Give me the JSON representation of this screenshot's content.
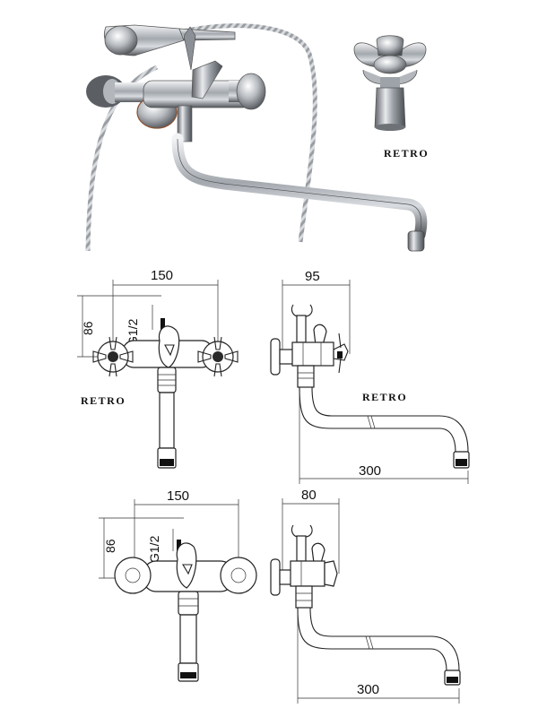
{
  "photos": {
    "faucet_photo": {
      "alt": "chrome wall-mounted bath mixer with shower hose and long swivel spout"
    },
    "handle_photo": {
      "label": "RETRO"
    }
  },
  "drawing_top": {
    "front_label": "RETRO",
    "side_label": "RETRO",
    "width_dim": "150",
    "height_dim": "86",
    "thread_dim": "G1/2",
    "side_depth_dim": "95",
    "spout_dim": "300"
  },
  "drawing_bottom": {
    "width_dim": "150",
    "height_dim": "86",
    "thread_dim": "G1/2",
    "side_depth_dim": "80",
    "spout_dim": "300"
  }
}
